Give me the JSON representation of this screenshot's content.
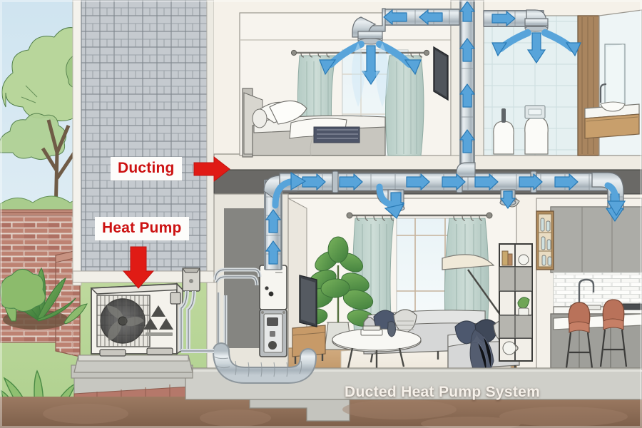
{
  "illustration": {
    "title": "Ducted Heat Pump System",
    "style": "watercolor architectural cutaway section",
    "caption": "Ducted Heat Pump System",
    "caption_color": "#f6f1ea"
  },
  "callouts": [
    {
      "id": "ducting",
      "label": "Ducting",
      "text_color": "#cc1111",
      "box_color": "#fdfdfb",
      "arrow": {
        "name": "arrow-right-icon",
        "direction": "right",
        "color": "#e01b15"
      },
      "points_to": "main-horizontal-supply-duct"
    },
    {
      "id": "heat-pump",
      "label": "Heat Pump",
      "text_color": "#cc1111",
      "box_color": "#fdfdfb",
      "arrow": {
        "name": "arrow-down-icon",
        "direction": "down",
        "color": "#e01b15"
      },
      "points_to": "outdoor-condenser-unit"
    }
  ],
  "palette": {
    "sky": "#dbeaf3",
    "foliage_light": "#b9d89a",
    "foliage_mid": "#8cc06a",
    "foliage_dark": "#5f9a4e",
    "grass": "#bcd79a",
    "brick": "#b9776a",
    "brick_mortar": "#e6d8cf",
    "slate_shingle": "#c4c9cd",
    "slate_line": "#6d7277",
    "wall_interior": "#f3efe7",
    "duct_metal": "#cfd6da",
    "duct_metal_dark": "#9aa4ab",
    "airflow_arrow": "#4f9fd8",
    "airflow_arrow_dark": "#2a7ab5",
    "concrete": "#c9c9c4",
    "soil": "#8d6a54",
    "soil_light": "#a98470",
    "wood_floor": "#c9a173",
    "curtain": "#bcd2cb",
    "sofa": "#d9dadb",
    "cushion_navy": "#4d586e",
    "stool_leather": "#b9725a",
    "tile_bath": "#e4eff0",
    "cabinet_grey": "#a8a8a5",
    "unit_cream": "#f4f2ec",
    "outline": "#3c3c3c"
  },
  "regions": [
    {
      "name": "outdoor-garden-left",
      "description": "Watercolor trees against pale blue sky, red brick garden wall, leafy shrubs, ornamental grasses and lawn.",
      "elements": [
        "tree-canopy",
        "tree-trunk",
        "brick-garden-wall",
        "shrub",
        "lawn"
      ]
    },
    {
      "name": "exterior-facade",
      "description": "Grey slate shingle clad exterior wall with white trim edges.",
      "elements": [
        "slate-shingle-siding",
        "facade-trim"
      ]
    },
    {
      "name": "outdoor-heat-pump-area",
      "description": "Mitsubishi outdoor condenser unit with fan grille and three-diamond logo on a concrete pad, refrigerant lines and electrical disconnect box on the wall.",
      "elements": [
        "outdoor-condenser-unit",
        "fan-grille",
        "mitsubishi-logo",
        "concrete-pad",
        "refrigerant-lines",
        "disconnect-box"
      ]
    },
    {
      "name": "bedroom-upper-left",
      "description": "Upper floor bedroom: bed with headboard, pillows and dark throw, sheer and sage curtains over window, wall mounted TV on partition.",
      "elements": [
        "bed",
        "headboard",
        "pillow",
        "throw-blanket",
        "curtain",
        "window",
        "wall-tv",
        "ceiling-diffuser"
      ]
    },
    {
      "name": "bathroom-upper-right",
      "description": "Upper floor bathroom: pale tiled walls, wall hung toilet and bidet, flush plate, timber clad vanity with stone counter, tap and mirror.",
      "elements": [
        "bath-tile-wall",
        "toilet",
        "bidet",
        "flush-plate",
        "vanity",
        "basin",
        "tap",
        "mirror",
        "ceiling-diffuser"
      ]
    },
    {
      "name": "living-room-lower-middle",
      "description": "Ground floor living room: sectional sofa with navy cushions and throw, oval coffee table, arc floor lamp, large potted fiddle leaf plant, flat screen TV on low timber console, sage curtains, area rug on timber floor, black metal shelving.",
      "elements": [
        "sectional-sofa",
        "cushion",
        "throw",
        "coffee-table",
        "floor-lamp",
        "potted-plant",
        "tv",
        "tv-console",
        "curtain",
        "window",
        "area-rug",
        "shelving-unit"
      ]
    },
    {
      "name": "kitchen-lower-right",
      "description": "Ground floor kitchen: grey upper and base cabinets, white subway tile backsplash, undermount sink with gooseneck tap, hob, island counter with two tan leather bar stools, open display niche.",
      "elements": [
        "upper-cabinet",
        "base-cabinet",
        "subway-tile-backsplash",
        "sink",
        "tap",
        "hob",
        "island-counter",
        "bar-stool",
        "display-niche"
      ]
    },
    {
      "name": "plant-room",
      "description": "Indoor air handler / fan coil unit mounted on the wall with control panel, insulated plenum and flexible ducting running down to the sub floor.",
      "elements": [
        "air-handler-unit",
        "control-panel",
        "plenum",
        "flexible-duct",
        "riser-duct"
      ]
    },
    {
      "name": "foundation-and-ground",
      "description": "Concrete footing and slab cut away to show brown earth section below grade.",
      "elements": [
        "concrete-footing",
        "slab",
        "soil-section"
      ]
    }
  ],
  "ductwork": {
    "label": "Ducting",
    "description": "Spiral wound galvanised steel round ductwork distributing conditioned air from the indoor unit to ceiling diffusers in each room.",
    "segments": [
      {
        "name": "riser-duct-left",
        "orientation": "vertical",
        "flow": "up"
      },
      {
        "name": "main-horizontal-supply-duct",
        "orientation": "horizontal",
        "flow": "right"
      },
      {
        "name": "branch-drop-living-room",
        "orientation": "vertical",
        "flow": "down"
      },
      {
        "name": "riser-duct-interior-wall",
        "orientation": "vertical",
        "flow": "up"
      },
      {
        "name": "upper-floor-duct-bedroom",
        "orientation": "horizontal",
        "flow": "left"
      },
      {
        "name": "upper-floor-duct-bathroom",
        "orientation": "horizontal",
        "flow": "right"
      },
      {
        "name": "branch-drop-kitchen",
        "orientation": "vertical",
        "flow": "down"
      }
    ],
    "airflow_arrow_count": 26,
    "diffusers": [
      {
        "name": "ceiling-diffuser-bedroom",
        "room": "bedroom-upper-left",
        "arrows": 3
      },
      {
        "name": "ceiling-diffuser-bathroom",
        "room": "bathroom-upper-right",
        "arrows": 3
      }
    ]
  },
  "equipment": {
    "outdoor_unit": {
      "name": "outdoor-condenser-unit",
      "brand_mark": "mitsubishi-three-diamond-logo",
      "features": [
        "fan-grille",
        "service-valve-cover",
        "mounting-feet",
        "concrete-pad"
      ]
    },
    "indoor_unit": {
      "name": "air-handler-unit",
      "features": [
        "control-panel",
        "access-hatch",
        "insulated-plenum",
        "flexible-duct-connection"
      ]
    }
  }
}
